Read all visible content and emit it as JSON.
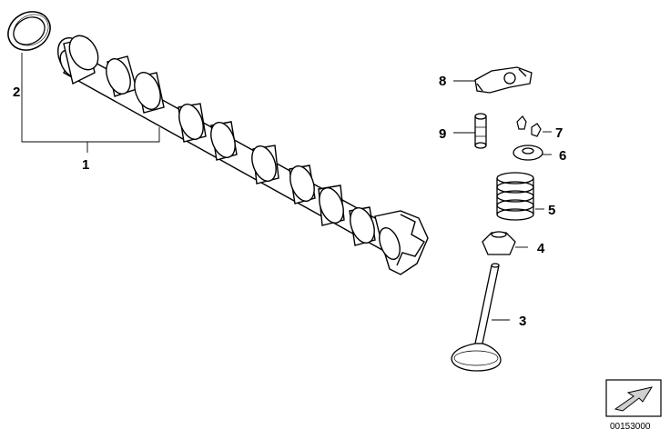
{
  "callouts": {
    "c1": "1",
    "c2": "2",
    "c3": "3",
    "c4": "4",
    "c5": "5",
    "c6": "6",
    "c7": "7",
    "c8": "8",
    "c9": "9"
  },
  "catalog_number": "00153000",
  "icons": {
    "camshaft": "camshaft-icon",
    "sealing_ring": "sealing-ring-icon",
    "valve": "valve-icon",
    "valve_stem_seal": "valve-stem-seal-icon",
    "valve_spring": "valve-spring-icon",
    "spring_retainer": "spring-retainer-icon",
    "valve_keeper": "valve-keeper-icon",
    "roller_rocker_arm": "roller-rocker-arm-icon",
    "hydraulic_adjuster": "hydraulic-adjuster-icon",
    "diagram_marker": "diagram-arrow-marker-icon"
  },
  "colors": {
    "line": "#000000",
    "background": "#ffffff",
    "shade": "#cfcfcf"
  }
}
